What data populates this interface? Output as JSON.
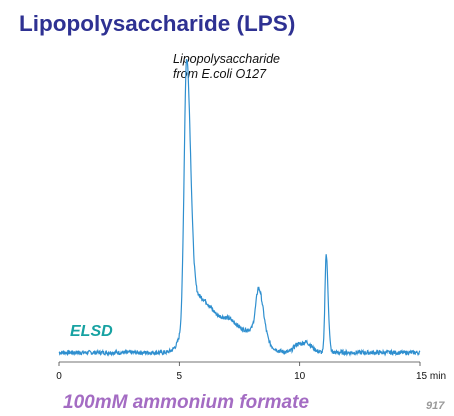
{
  "title": "Lipopolysaccharide (LPS)",
  "annotation": {
    "line1": "Lipopolysaccharide",
    "line2": "from E.coli O127"
  },
  "detector_label": "ELSD",
  "footer_label": "100mM ammonium formate",
  "page_number": "917",
  "colors": {
    "title": "#2e3192",
    "trace": "#2f8fcf",
    "detector": "#17a2a2",
    "footer": "#a46cc3",
    "page_number": "#9a9a9a"
  },
  "chart_data": {
    "type": "line",
    "title": "",
    "xlabel": "",
    "ylabel": "",
    "xlim": [
      0,
      15
    ],
    "ylim": [
      0,
      100
    ],
    "x_ticks": [
      {
        "value": 0,
        "label": "0"
      },
      {
        "value": 5,
        "label": "5"
      },
      {
        "value": 10,
        "label": "10"
      },
      {
        "value": 15,
        "label": "15 min"
      }
    ],
    "grid": false,
    "baseline": 2,
    "peaks": [
      {
        "x": 5.3,
        "height": 93,
        "width": 0.1
      },
      {
        "x": 5.55,
        "height": 18,
        "width": 0.35
      },
      {
        "x": 6.4,
        "height": 9,
        "width": 0.5
      },
      {
        "x": 7.2,
        "height": 6,
        "width": 0.4
      },
      {
        "x": 8.3,
        "height": 17,
        "width": 0.12
      },
      {
        "x": 8.15,
        "height": 5,
        "width": 0.3
      },
      {
        "x": 9.9,
        "height": 3,
        "width": 0.15
      },
      {
        "x": 10.3,
        "height": 3,
        "width": 0.15
      },
      {
        "x": 11.1,
        "height": 36,
        "width": 0.05
      }
    ]
  }
}
